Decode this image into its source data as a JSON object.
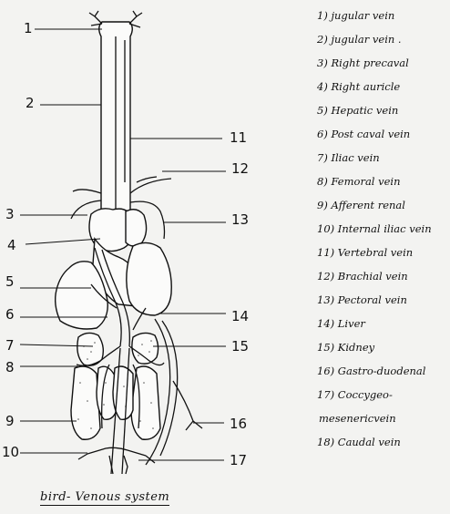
{
  "labels": [
    {
      "num": "1",
      "name": "jugular vein"
    },
    {
      "num": "2",
      "name": "jugular vein ."
    },
    {
      "num": "3",
      "name": "Right precaval"
    },
    {
      "num": "4",
      "name": "Right auricle"
    },
    {
      "num": "5",
      "name": "Hepatic vein"
    },
    {
      "num": "6",
      "name": "Post caval vein"
    },
    {
      "num": "7",
      "name": "Iliac vein"
    },
    {
      "num": "8",
      "name": "Femoral vein"
    },
    {
      "num": "9",
      "name": "Afferent renal"
    },
    {
      "num": "10",
      "name": "Internal iliac vein"
    },
    {
      "num": "11",
      "name": "Vertebral vein"
    },
    {
      "num": "12",
      "name": "Brachial vein"
    },
    {
      "num": "13",
      "name": "Pectoral vein"
    },
    {
      "num": "14",
      "name": "Liver"
    },
    {
      "num": "15",
      "name": "Kidney"
    },
    {
      "num": "16",
      "name": "Gastro-duodenal"
    },
    {
      "num": "17",
      "name": "Coccygeo-"
    },
    {
      "num": "18",
      "name": "Caudal vein"
    }
  ],
  "legend_items": [
    "1) jugular vein",
    "2) jugular vein .",
    "3) Right precaval",
    "4) Right auricle",
    "5) Hepatic vein",
    "6) Post caval vein",
    "7) Iliac vein",
    "8) Femoral vein",
    "9) Afferent renal",
    "10) Internal iliac vein",
    "11) Vertebral vein",
    "12) Brachial vein",
    "13) Pectoral vein",
    "14) Liver",
    "15) Kidney",
    "16) Gastro-duodenal",
    "17) Coccygeo-",
    "mesenericvein",
    "18) Caudal vein"
  ],
  "caption": "bird- Venous system"
}
